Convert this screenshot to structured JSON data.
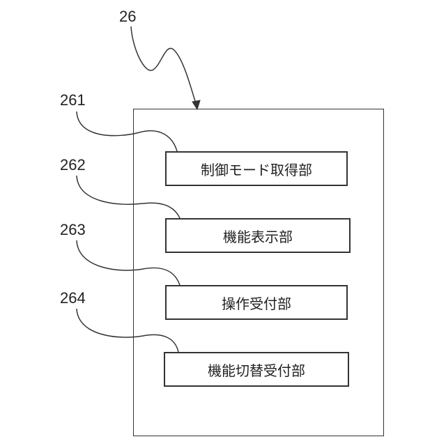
{
  "diagram": {
    "unit": {
      "ref": "26"
    },
    "blocks": [
      {
        "ref": "261",
        "label": "制御モード取得部"
      },
      {
        "ref": "262",
        "label": "機能表示部"
      },
      {
        "ref": "263",
        "label": "操作受付部"
      },
      {
        "ref": "264",
        "label": "機能切替受付部"
      }
    ]
  }
}
